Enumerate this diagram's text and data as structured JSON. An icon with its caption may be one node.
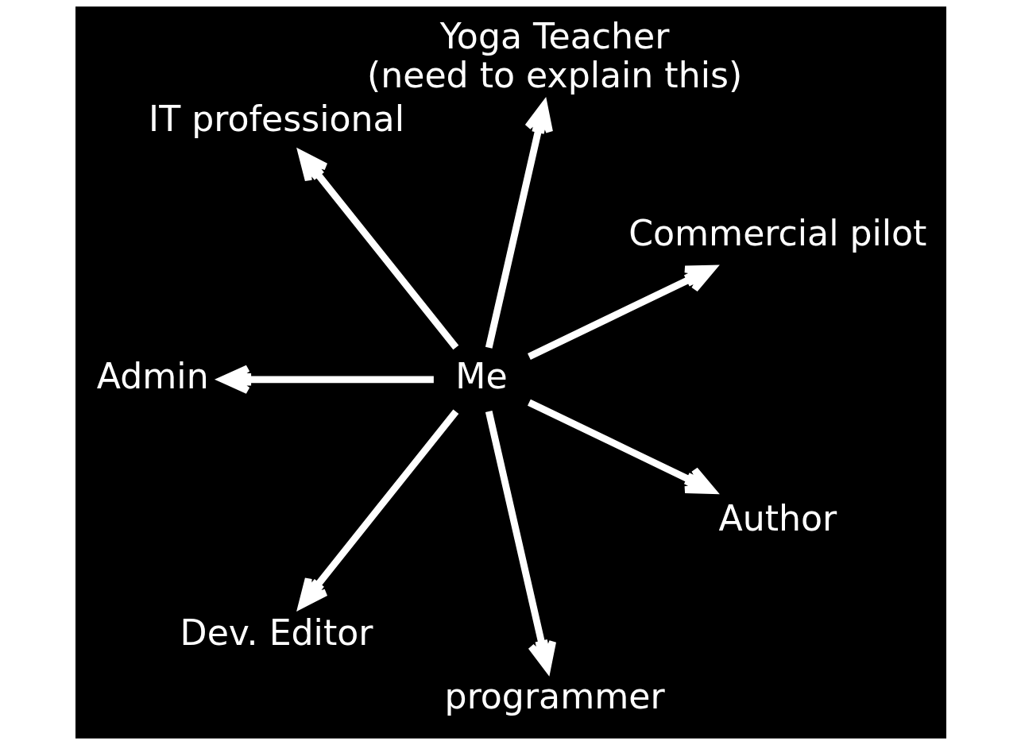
{
  "diagram": {
    "nodes": [
      {
        "text": [
          "Commercial pilot"
        ]
      },
      {
        "text": [
          "Yoga Teacher",
          "(need to explain this)"
        ]
      },
      {
        "text": [
          "IT professional"
        ]
      },
      {
        "text": [
          "Admin"
        ]
      },
      {
        "text": [
          "Dev. Editor"
        ]
      },
      {
        "text": [
          "Me"
        ]
      },
      {
        "text": [
          "programmer"
        ]
      },
      {
        "text": [
          "Author"
        ]
      }
    ],
    "edges": [
      {
        "from": 5,
        "to": 2,
        "arrow": "to"
      },
      {
        "from": 5,
        "to": 1,
        "arrow": "to"
      },
      {
        "from": 5,
        "to": 0,
        "arrow": "to"
      },
      {
        "from": 5,
        "to": 7,
        "arrow": "to"
      },
      {
        "from": 5,
        "to": 6,
        "arrow": "to"
      },
      {
        "from": 5,
        "to": 4,
        "arrow": "to"
      },
      {
        "from": 5,
        "to": 3,
        "arrow": "to"
      }
    ]
  }
}
